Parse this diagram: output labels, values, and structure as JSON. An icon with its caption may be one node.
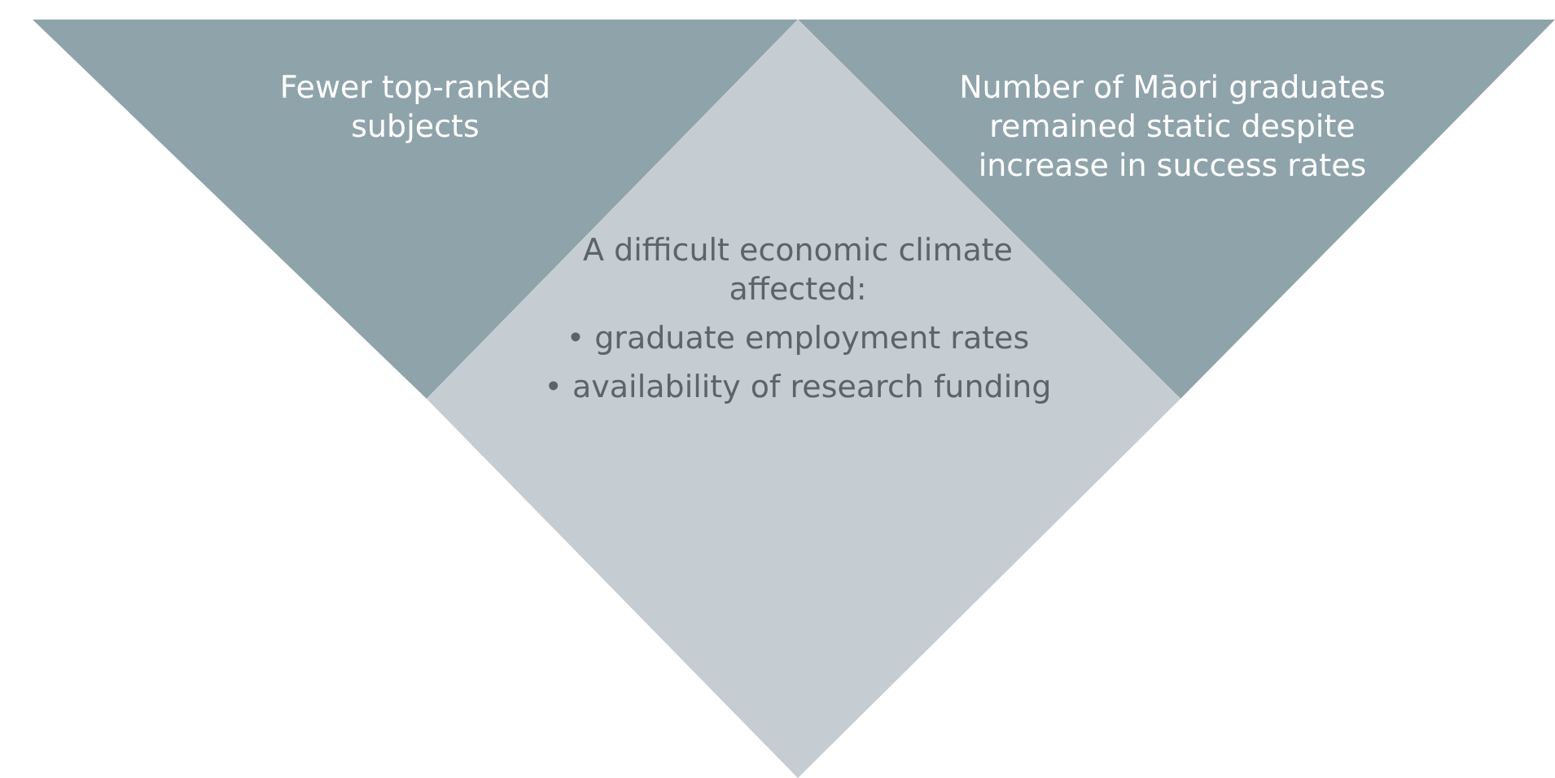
{
  "diagram": {
    "nodes": [
      {
        "text": [
          "Fewer top-ranked subjects"
        ]
      },
      {
        "text": [
          "Number of Māori graduates remained static despite increase in success rates"
        ]
      },
      {
        "text": [
          "A difficult economic climate affected:",
          "• graduate employment rates",
          "• availability of research funding"
        ]
      }
    ]
  }
}
